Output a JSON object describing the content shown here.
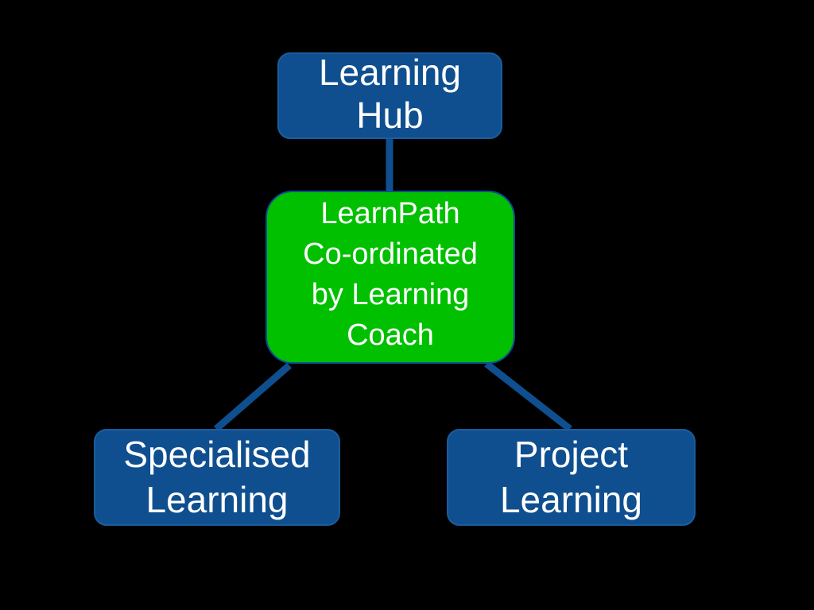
{
  "diagram": {
    "colors": {
      "background": "#000000",
      "node_fill": "#0f4f8f",
      "center_fill": "#00c000",
      "connector": "#0f4f8f",
      "text": "#ffffff"
    },
    "nodes": {
      "hub": {
        "label": "Learning\nHub"
      },
      "center": {
        "label": "LearnPath\nCo-ordinated\nby Learning\nCoach"
      },
      "left": {
        "label": "Specialised\nLearning"
      },
      "right": {
        "label": "Project\nLearning"
      }
    },
    "edges": [
      {
        "from": "hub",
        "to": "center"
      },
      {
        "from": "center",
        "to": "left"
      },
      {
        "from": "center",
        "to": "right"
      }
    ]
  }
}
